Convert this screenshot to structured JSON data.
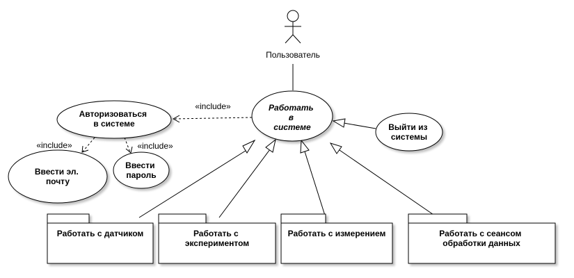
{
  "actor": {
    "label": "Пользователь"
  },
  "use_cases": {
    "main": {
      "lines": [
        "Работать",
        "в",
        "системе"
      ]
    },
    "auth": {
      "lines": [
        "Авторизоваться",
        "в системе"
      ]
    },
    "logout": {
      "lines": [
        "Выйти из",
        "системы"
      ]
    },
    "email": {
      "lines": [
        "Ввести эл.",
        "почту"
      ]
    },
    "password": {
      "lines": [
        "Ввести",
        "пароль"
      ]
    }
  },
  "stereotypes": {
    "main_auth": "«include»",
    "auth_email": "«include»",
    "auth_password": "«include»"
  },
  "packages": [
    {
      "lines": [
        "Работать с датчиком"
      ]
    },
    {
      "lines": [
        "Работать с",
        "экспериментом"
      ]
    },
    {
      "lines": [
        "Работать с измерением"
      ]
    },
    {
      "lines": [
        "Работать с сеансом",
        "обработки данных"
      ]
    }
  ]
}
